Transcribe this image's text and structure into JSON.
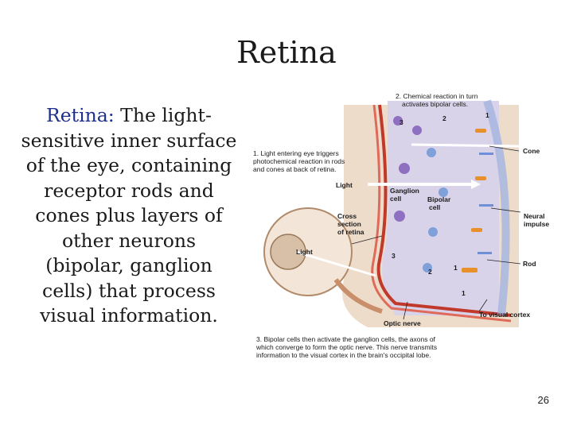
{
  "slide": {
    "title": "Retina",
    "term": "Retina:",
    "definition": " The light-sensitive inner surface of the eye, containing receptor rods and cones plus layers of other neurons (bipolar, ganglion cells) that process visual information.",
    "page_number": "26"
  },
  "figure": {
    "caption_top": [
      "2. Chemical reaction in turn",
      "activates bipolar cells."
    ],
    "caption_step1": [
      "1. Light entering eye triggers",
      "photochemical reaction in rods",
      "and cones at back of retina."
    ],
    "caption_bottom": [
      "3. Bipolar cells then activate the ganglion cells, the axons of",
      "which converge to form the optic nerve. This nerve transmits",
      "information to the visual cortex in the brain's occipital lobe."
    ],
    "light_top": "Light",
    "light_eye": "Light",
    "ganglion_cell": [
      "Ganglion",
      "cell"
    ],
    "bipolar_cell": [
      "Bipolar",
      "cell"
    ],
    "cross_section": [
      "Cross",
      "section",
      "of retina"
    ],
    "cone": "Cone",
    "neural_impulse": [
      "Neural",
      "impulse"
    ],
    "rod": "Rod",
    "optic_nerve": "Optic nerve",
    "to_visual_cortex": "To visual cortex",
    "numbers": {
      "top_1": "1",
      "top_2": "2",
      "top_3": "3",
      "mid_1": "1",
      "mid_2": "2",
      "mid_3": "3",
      "bottom_1": "1"
    },
    "colors": {
      "background_tissue": "#e8d6c4",
      "retina_layer": "#d9d3ea",
      "vessel_red": "#c0392b",
      "cone_orange": "#e8902a",
      "rod_blue": "#6f8fd6",
      "label": "#1a1a1a"
    }
  }
}
